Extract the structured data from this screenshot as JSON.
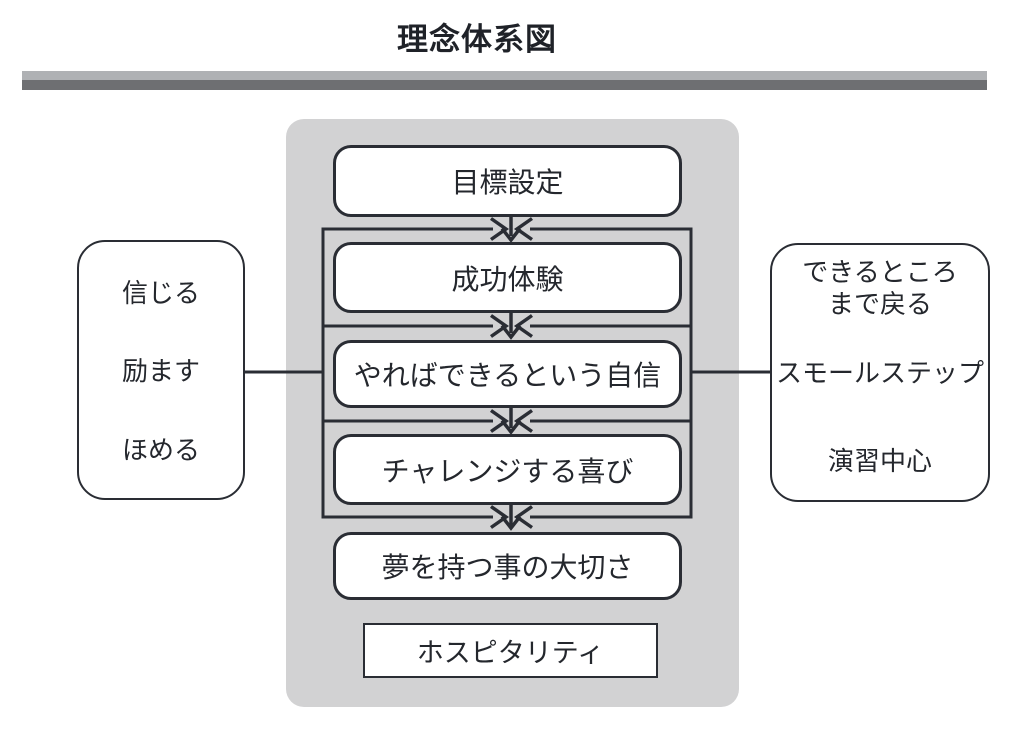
{
  "title": "理念体系図",
  "flow": {
    "goal": "目標設定",
    "success": "成功体験",
    "confidence": "やればできるという自信",
    "challenge": "チャレンジする喜び",
    "dream": "夢を持つ事の大切さ",
    "hospitality": "ホスピタリティ"
  },
  "left_panel": {
    "items": [
      "信じる",
      "励ます",
      "ほめる"
    ]
  },
  "right_panel": {
    "items": [
      "できるところ",
      "まで戻る",
      "スモールステップ",
      "演習中心"
    ]
  },
  "colors": {
    "ink": "#2a2d34",
    "panel_gray": "#d2d2d3",
    "divider_light": "#afb1b4",
    "divider_dark": "#6e6f72"
  }
}
